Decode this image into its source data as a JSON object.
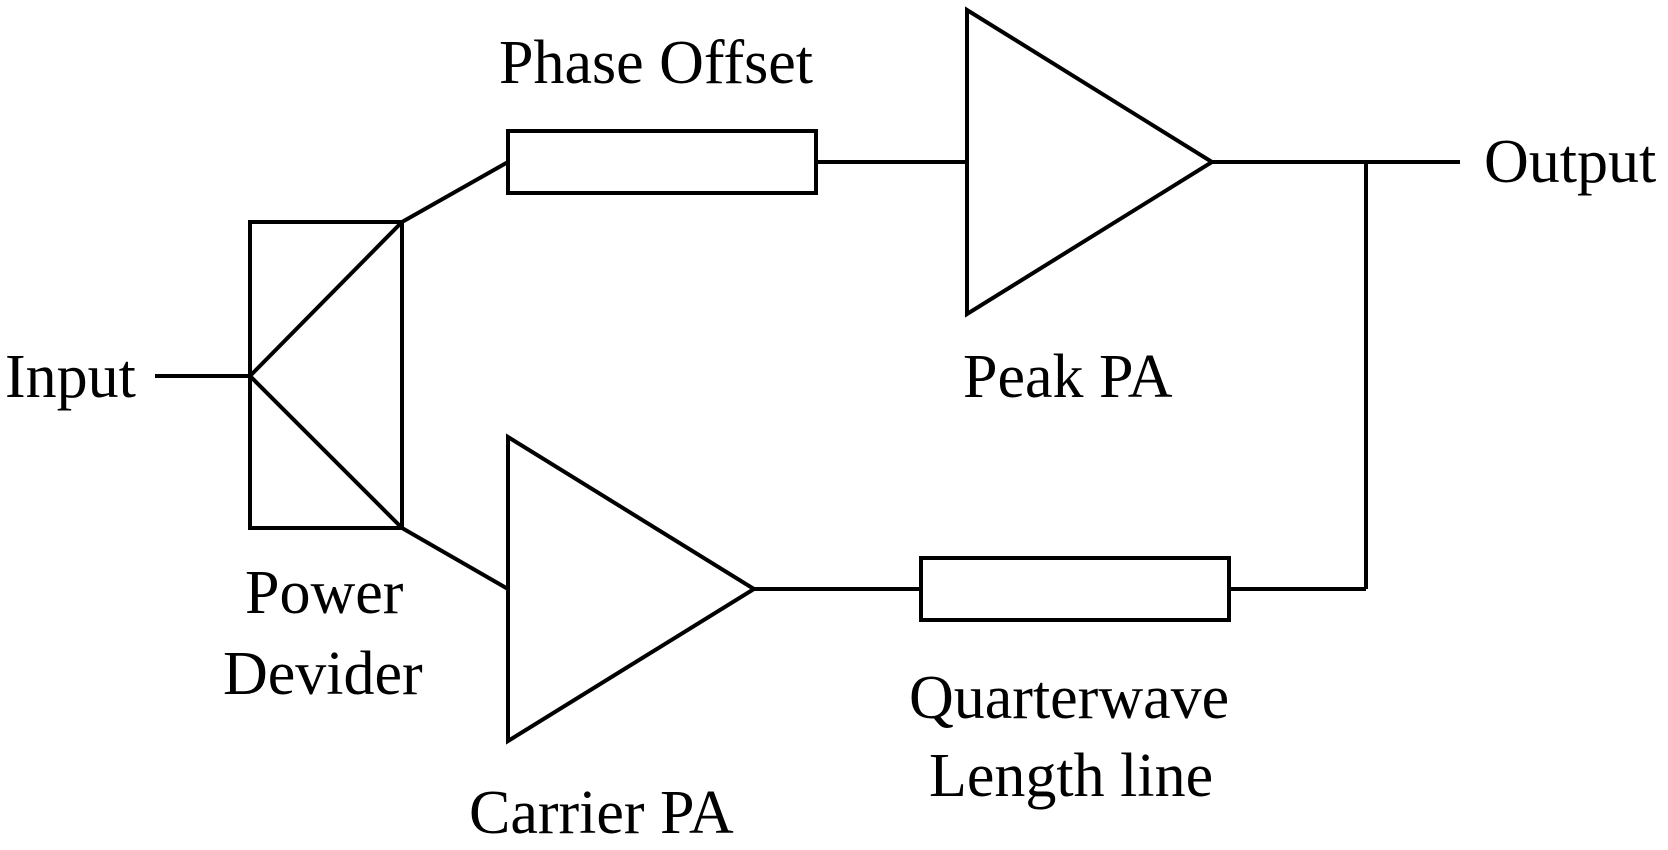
{
  "diagram": {
    "labels": {
      "input": "Input",
      "output": "Output",
      "phase_offset": "Phase Offset",
      "peak_pa": "Peak PA",
      "carrier_pa": "Carrier PA",
      "power_divider_line1": "Power",
      "power_divider_line2": "Devider",
      "quarterwave_line1": "Quarterwave",
      "quarterwave_line2": "Length line"
    },
    "colors": {
      "stroke": "#000000",
      "background": "#ffffff"
    }
  }
}
